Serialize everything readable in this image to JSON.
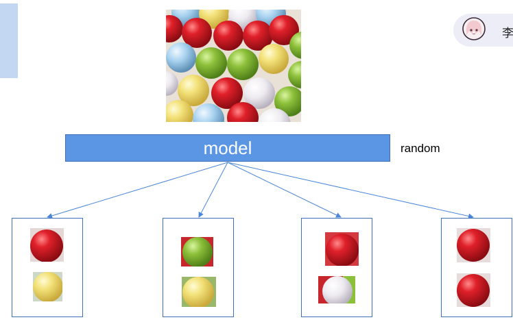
{
  "diagram": {
    "model_label": "model",
    "random_label": "random",
    "outputs": [
      {
        "tiles": [
          "red-ball",
          "yellow-ball"
        ]
      },
      {
        "tiles": [
          "green-ball",
          "yellow-ball"
        ]
      },
      {
        "tiles": [
          "red-ball",
          "white-ball"
        ]
      },
      {
        "tiles": [
          "red-ball",
          "red-ball"
        ]
      }
    ]
  },
  "user": {
    "name": "李"
  },
  "colors": {
    "model_fill": "#5b96e5",
    "box_border": "#3d6fb8",
    "arrow": "#4a86d9",
    "side_tab": "#c3d7f3"
  }
}
